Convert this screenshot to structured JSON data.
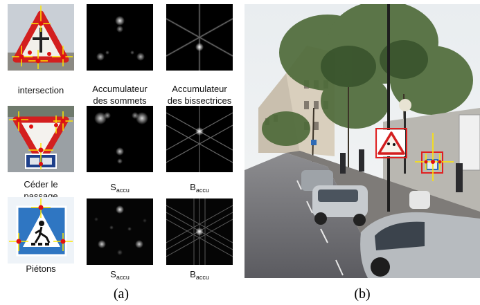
{
  "panel_a": {
    "rows": [
      {
        "label": "intersection",
        "col2_label_lines": [
          "Accumulateur",
          "des sommets"
        ],
        "col3_label_lines": [
          "Accumulateur",
          "des bissectrices"
        ]
      },
      {
        "label_lines": [
          "Céder le",
          "passage"
        ],
        "col2_main": "S",
        "col2_sub": "accu",
        "col3_main": "B",
        "col3_sub": "accu"
      },
      {
        "label": "Piétons",
        "col2_main": "S",
        "col2_sub": "accu",
        "col3_main": "B",
        "col3_sub": "accu"
      }
    ]
  },
  "captions": {
    "a": "(a)",
    "b": "(b)"
  },
  "colors": {
    "detection_cross": "#ffe600",
    "vertex_dot": "#e01010",
    "box": "#e02020"
  }
}
